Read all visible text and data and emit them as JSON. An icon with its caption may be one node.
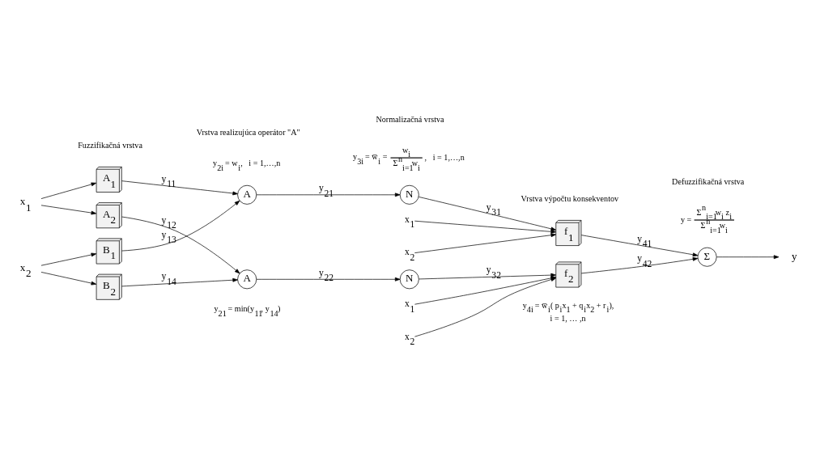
{
  "diagram": {
    "nodes": [
      {
        "text": [
          "x$_{1}$"
        ]
      },
      {
        "text": [
          "x$_{2}$"
        ]
      },
      {
        "text": [
          "A$_{1}$"
        ]
      },
      {
        "text": [
          "A$_{2}$"
        ]
      },
      {
        "text": [
          "B$_{1}$"
        ]
      },
      {
        "text": [
          "B$_{2}$"
        ]
      },
      {
        "text": [
          "A"
        ]
      },
      {
        "text": [
          "A"
        ]
      },
      {
        "text": [
          "N"
        ]
      },
      {
        "text": [
          "N"
        ]
      },
      {
        "text": [
          "x$_{1}$"
        ]
      },
      {
        "text": [
          "x$_{2}$"
        ]
      },
      {
        "text": [
          "f$_{1}$"
        ]
      },
      {
        "text": [
          "x$_{1}$"
        ]
      },
      {
        "text": [
          "x$_{2}$"
        ]
      },
      {
        "text": [
          "f$_{2}$"
        ]
      },
      {
        "text": [
          "Σ"
        ]
      },
      {
        "text": [
          "y"
        ]
      }
    ],
    "edges": [
      {
        "from": 0,
        "to": 2,
        "arrow": "to"
      },
      {
        "from": 0,
        "to": 3,
        "arrow": "to"
      },
      {
        "from": 1,
        "to": 4,
        "arrow": "to"
      },
      {
        "from": 1,
        "to": 5,
        "arrow": "to"
      },
      {
        "from": 2,
        "to": 6,
        "arrow": "to",
        "label": "y$_{11}$"
      },
      {
        "from": 3,
        "to": 7,
        "arrow": "to",
        "label": "y$_{12}$"
      },
      {
        "from": 4,
        "to": 6,
        "arrow": "to",
        "label": "y$_{13}$"
      },
      {
        "from": 5,
        "to": 7,
        "arrow": "to",
        "label": "y$_{14}$"
      },
      {
        "from": 6,
        "to": 8,
        "arrow": "to",
        "label": "y$_{21}$"
      },
      {
        "from": 7,
        "to": 9,
        "arrow": "to",
        "label": "y$_{22}$"
      },
      {
        "from": 8,
        "to": 12,
        "arrow": "to",
        "label": "y$_{31}$"
      },
      {
        "from": 9,
        "to": 15,
        "arrow": "to",
        "label": "y$_{32}$"
      },
      {
        "from": 10,
        "to": 12,
        "arrow": "to"
      },
      {
        "from": 11,
        "to": 12,
        "arrow": "to"
      },
      {
        "from": 13,
        "to": 15,
        "arrow": "to"
      },
      {
        "from": 14,
        "to": 15,
        "arrow": "to"
      },
      {
        "from": 12,
        "to": 16,
        "arrow": "to",
        "label": "y$_{41}$"
      },
      {
        "from": 15,
        "to": 16,
        "arrow": "to",
        "label": "y$_{42}$"
      },
      {
        "from": 16,
        "to": 17,
        "arrow": "to"
      }
    ],
    "labels": [
      "y$_{21}$ = min(y$_{11}$, y$_{14}$)",
      "y$_{4i}$ = w̅$_{i}$( p$_{i}$x$_{1}$ + q$_{i}$x$_{2}$ + r$_{i}$),",
      "i = 1, … ,n",
      "y$_{2i}$ = w$_{i}$,   i = 1,…,n",
      "y$_{3i}$ = w̅$_{i}$ =",
      "w$_{i}$",
      "Σ$^{n}$$_{i=1}$w$_{i}$",
      ",   i = 1,…,n",
      "y =",
      "Σ$^{n}$$_{i=1}$w$_{i}$ z$_{i}$",
      "Σ$^{n}$$_{i=1}$w$_{i}$",
      "Fuzzifikačná vrstva",
      "Vrstva realizujúca operátor \"A\"",
      "Normalizačná vrstva",
      "Vrstva výpočtu konsekventov",
      "Defuzzifikačná vrstva"
    ]
  }
}
